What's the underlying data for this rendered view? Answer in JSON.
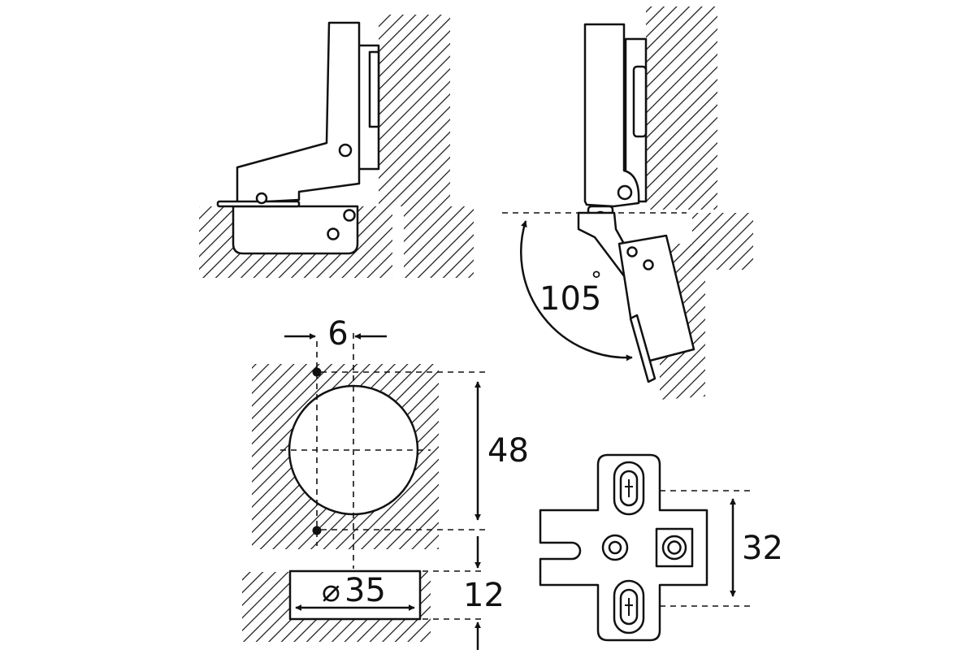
{
  "dimensions": {
    "offset": "6",
    "cup_spacing": "48",
    "edge_distance": "12",
    "cup_diameter": "35",
    "diameter_symbol": "⌀",
    "plate_spacing": "32",
    "opening_angle": "105",
    "degree_symbol": "°"
  },
  "colors": {
    "line": "#111111",
    "background": "#ffffff"
  }
}
